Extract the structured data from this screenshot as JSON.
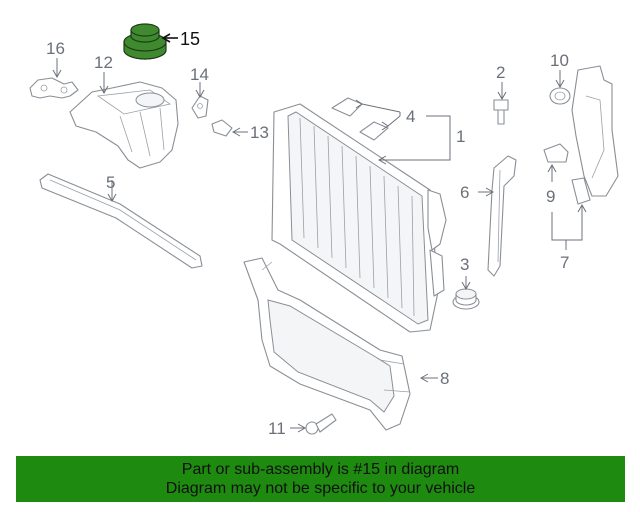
{
  "diagram": {
    "highlighted_part": "15",
    "callouts": {
      "c1": "1",
      "c2": "2",
      "c3": "3",
      "c4": "4",
      "c5": "5",
      "c6": "6",
      "c7": "7",
      "c8": "8",
      "c9": "9",
      "c10": "10",
      "c11": "11",
      "c12": "12",
      "c13": "13",
      "c14": "14",
      "c15": "15",
      "c16": "16"
    },
    "colors": {
      "highlight": "#3f8a2f",
      "banner": "#1e8a10"
    }
  },
  "banner": {
    "line1": "Part or sub-assembly is #15 in diagram",
    "line2": "Diagram may not be specific to your vehicle"
  }
}
